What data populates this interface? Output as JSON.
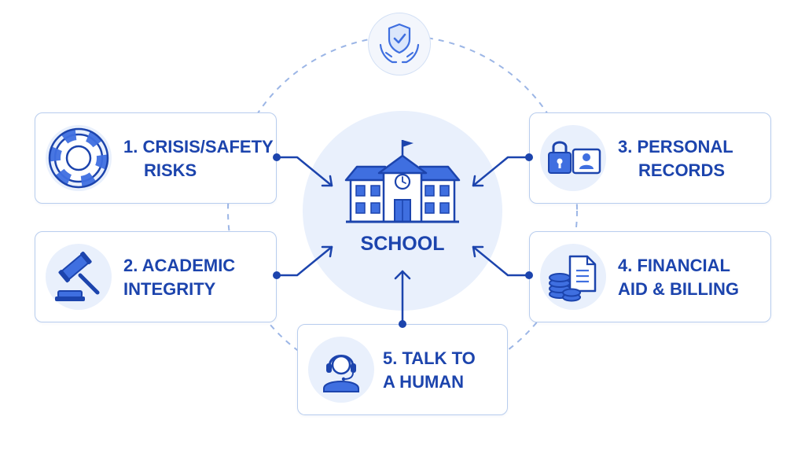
{
  "center": {
    "label": "SCHOOL"
  },
  "categories": [
    {
      "line1": "1. CRISIS/SAFETY",
      "line2": "RISKS",
      "icon": "life-ring-icon"
    },
    {
      "line1": "2. ACADEMIC",
      "line2": "INTEGRITY",
      "icon": "gavel-icon"
    },
    {
      "line1": "3. PERSONAL",
      "line2": "RECORDS",
      "icon": "locked-id-card-icon"
    },
    {
      "line1": "4. FINANCIAL",
      "line2": "AID & BILLING",
      "icon": "coins-document-icon"
    },
    {
      "line1": "5. TALK TO",
      "line2": "A HUMAN",
      "icon": "headset-agent-icon"
    }
  ],
  "top_icon": "protected-shield-hands-icon",
  "colors": {
    "primary": "#1c44ad",
    "accent": "#3f6fe0",
    "light_fill": "#e9f0fc",
    "card_border": "#b8cdee",
    "dashed_ring": "#9cb6e6"
  }
}
